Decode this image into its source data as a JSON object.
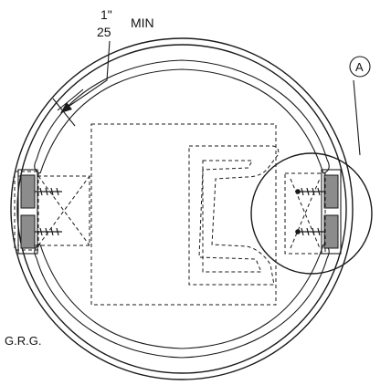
{
  "labels": {
    "dim_inch": "1\"",
    "dim_mm": "25",
    "dim_min": "MIN",
    "callout": "A",
    "maker": "G.R.G."
  }
}
